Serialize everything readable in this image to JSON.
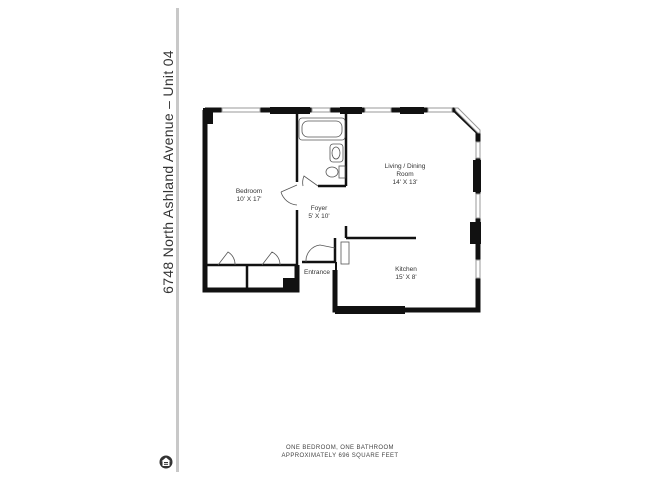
{
  "side_title": "6748 North Ashland Avenue – Unit 04",
  "rooms": {
    "bedroom": {
      "name": "Bedroom",
      "size": "10' X 17'"
    },
    "living": {
      "name_line1": "Living / Dining",
      "name_line2": "Room",
      "size": "14' X 13'"
    },
    "foyer": {
      "name": "Foyer",
      "size": "5' X 10'"
    },
    "entrance": {
      "name": "Entrance"
    },
    "kitchen": {
      "name": "Kitchen",
      "size": "15' X 8'"
    }
  },
  "footer": {
    "line1": "One Bedroom, One Bathroom",
    "line2": "Approximately 696 Square Feet"
  },
  "logo_icon": "equal-housing-icon"
}
